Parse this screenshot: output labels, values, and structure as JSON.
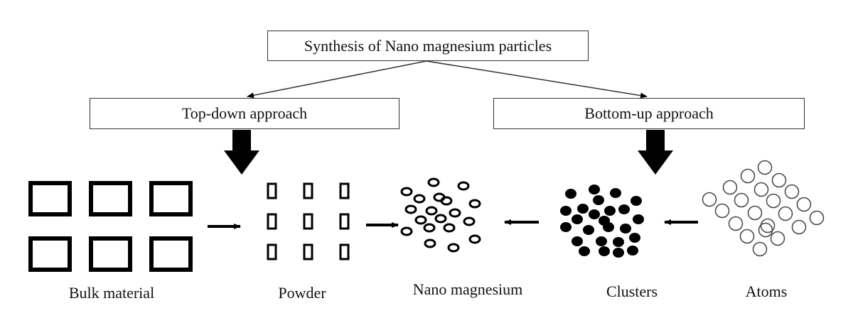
{
  "title": "Synthesis of Nano magnesium particles",
  "approaches": {
    "top_down": "Top-down approach",
    "bottom_up": "Bottom-up approach"
  },
  "stages": {
    "bulk": "Bulk material",
    "powder": "Powder",
    "nano": "Nano magnesium",
    "clusters": "Clusters",
    "atoms": "Atoms"
  },
  "colors": {
    "stroke": "#000000",
    "box_border": "#333333"
  }
}
